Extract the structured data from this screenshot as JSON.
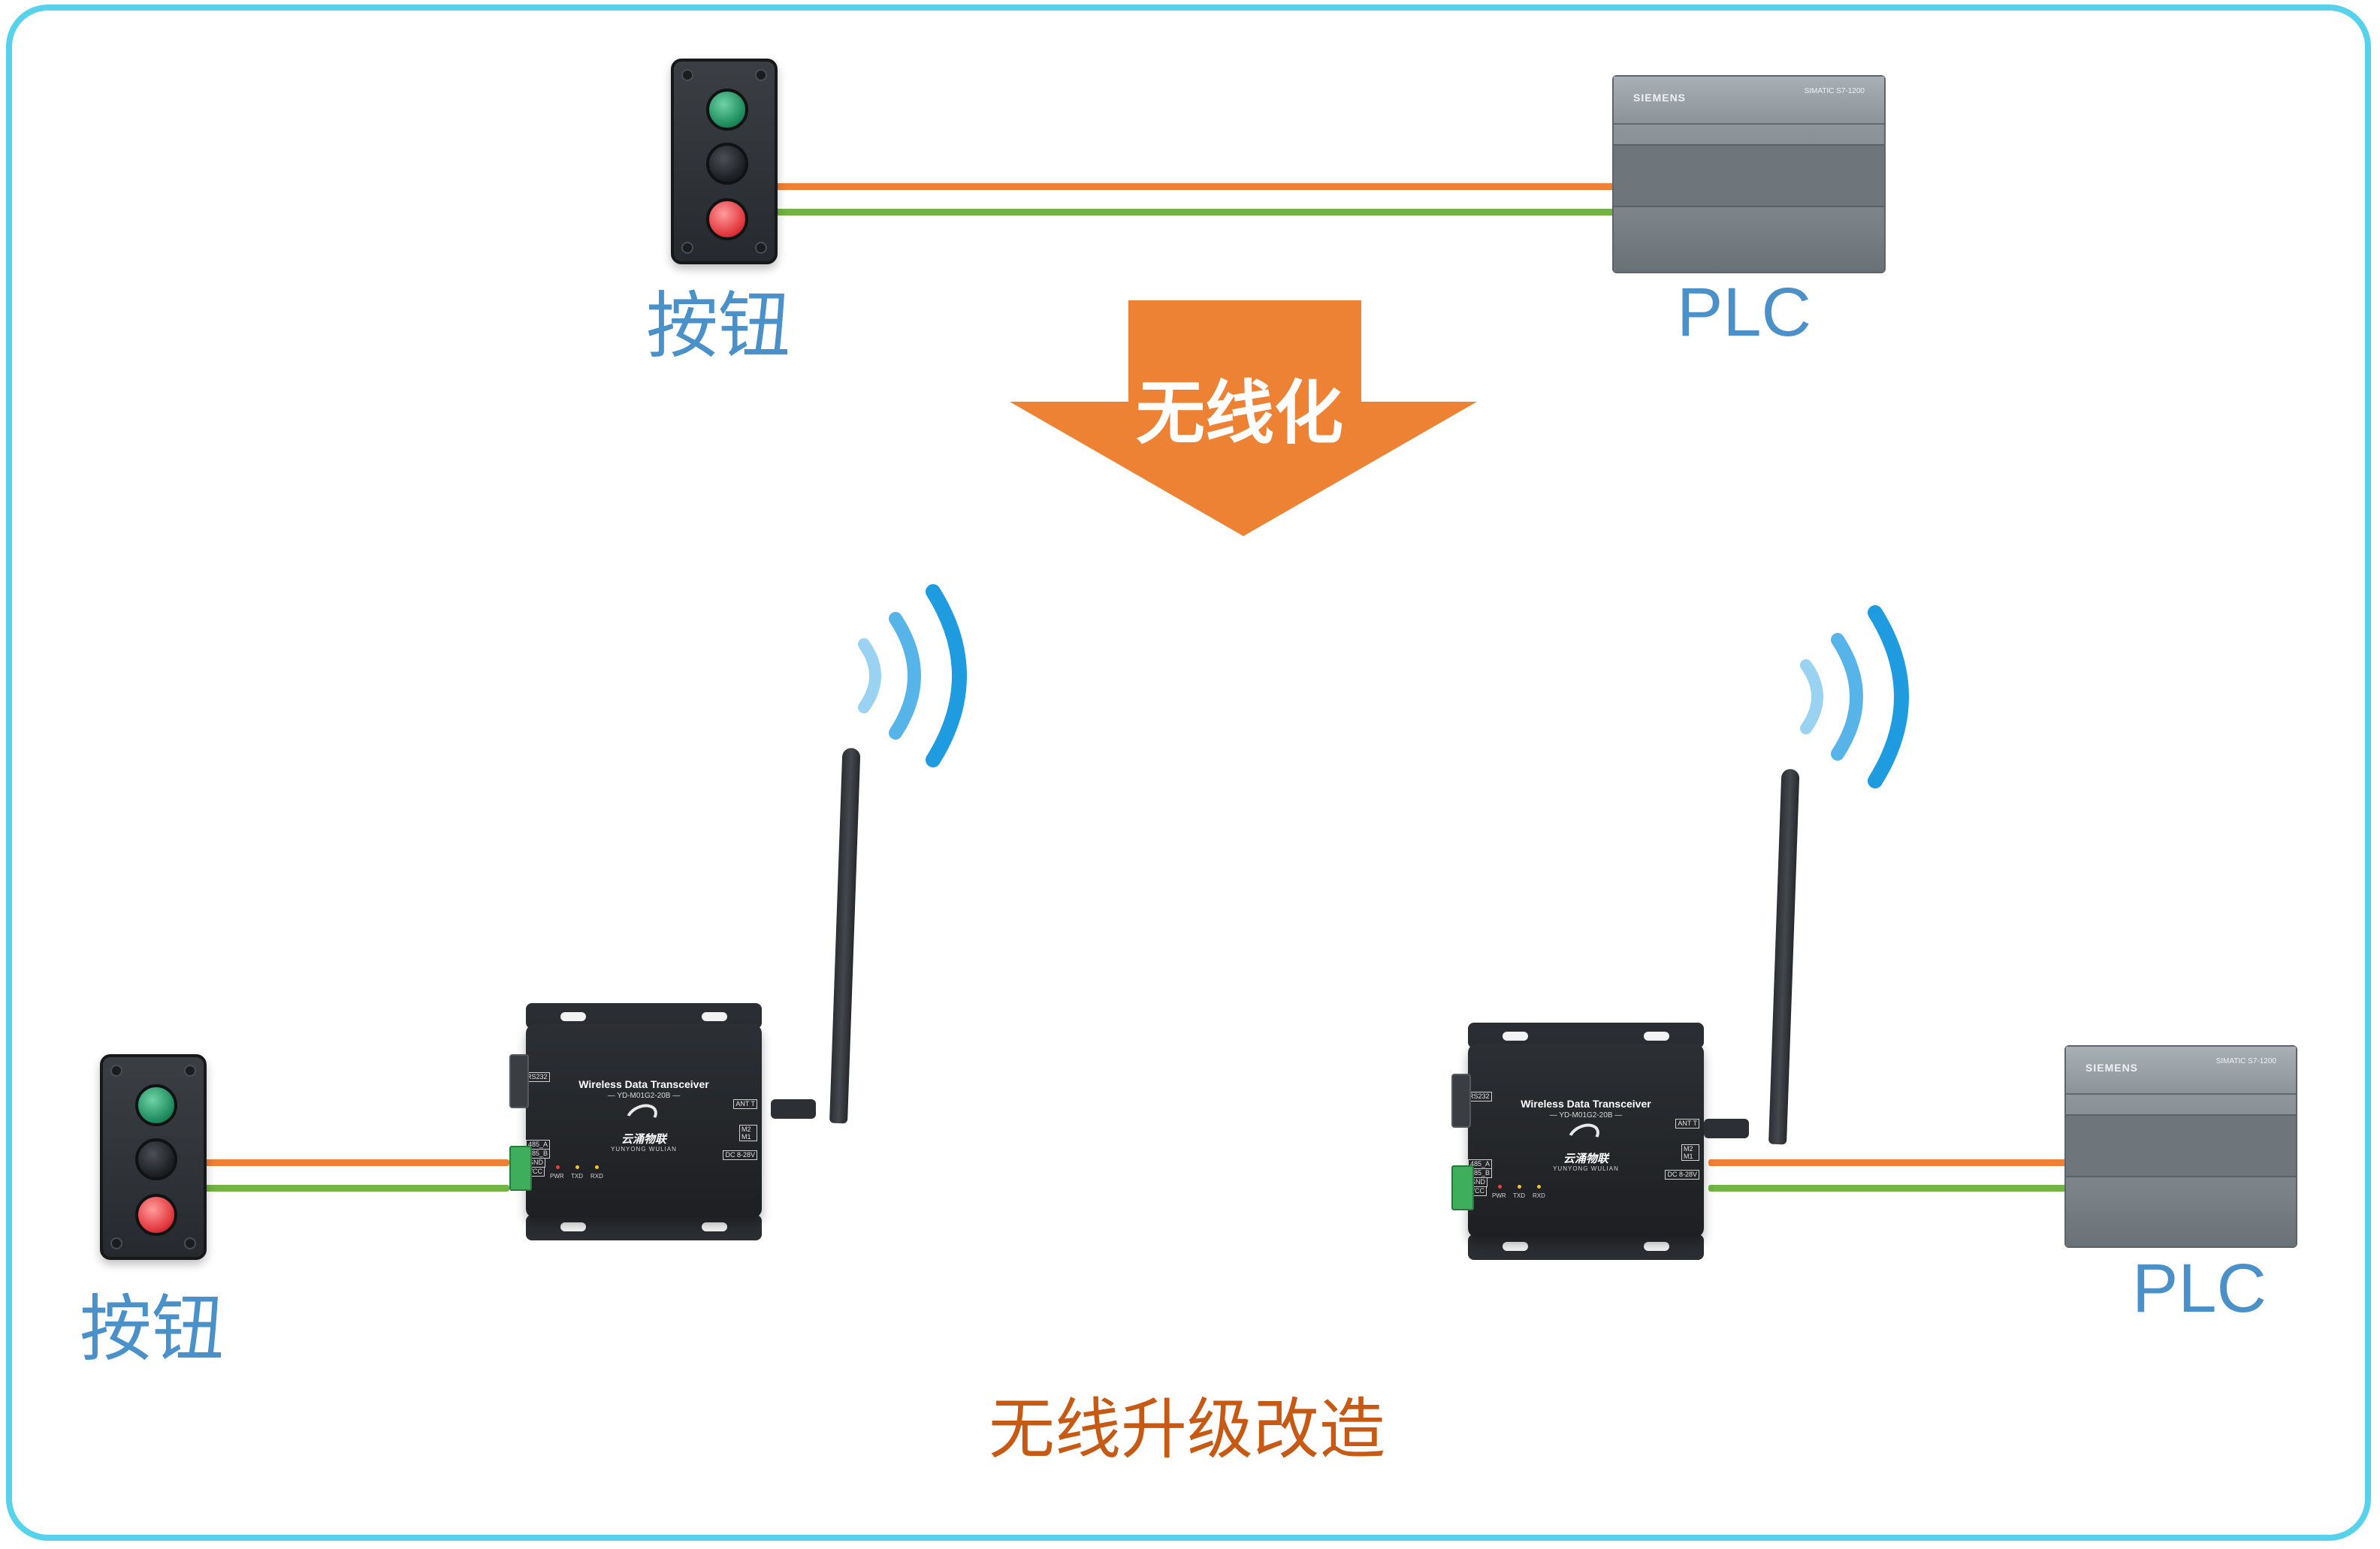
{
  "diagram": {
    "top": {
      "button_label": "按钮",
      "plc_label": "PLC"
    },
    "arrow_label": "无线化",
    "bottom": {
      "button_label": "按钮",
      "plc_label": "PLC",
      "caption": "无线升级改造"
    },
    "transceiver": {
      "title": "Wireless Data Transceiver",
      "model": "— YD-M01G2-20B —",
      "brand_cn": "云涌物联",
      "brand_en": "YUNYONG WULIAN",
      "port_rs232": "RS232",
      "port_ant": "ANT T",
      "port_m2m1": "M2 M1",
      "port_dc": "DC 8-28V",
      "pins": [
        "485_A",
        "485_B",
        "GND",
        "VCC"
      ],
      "leds": [
        "PWR",
        "TXD",
        "RXD"
      ]
    },
    "plc_device": {
      "brand": "SIEMENS",
      "model": "SIMATIC S7-1200"
    },
    "colors": {
      "frame": "#56d2ec",
      "wire_orange": "#ef7f35",
      "wire_green": "#72b343",
      "arrow": "#ee8234",
      "label_blue": "#4a90c9",
      "caption_orange": "#c65a14",
      "signal_blue": "#1f9be0"
    },
    "icons": [
      "push-button-box-icon",
      "plc-icon",
      "wireless-transceiver-icon",
      "antenna-icon",
      "wifi-signal-icon",
      "down-arrow-icon"
    ]
  }
}
